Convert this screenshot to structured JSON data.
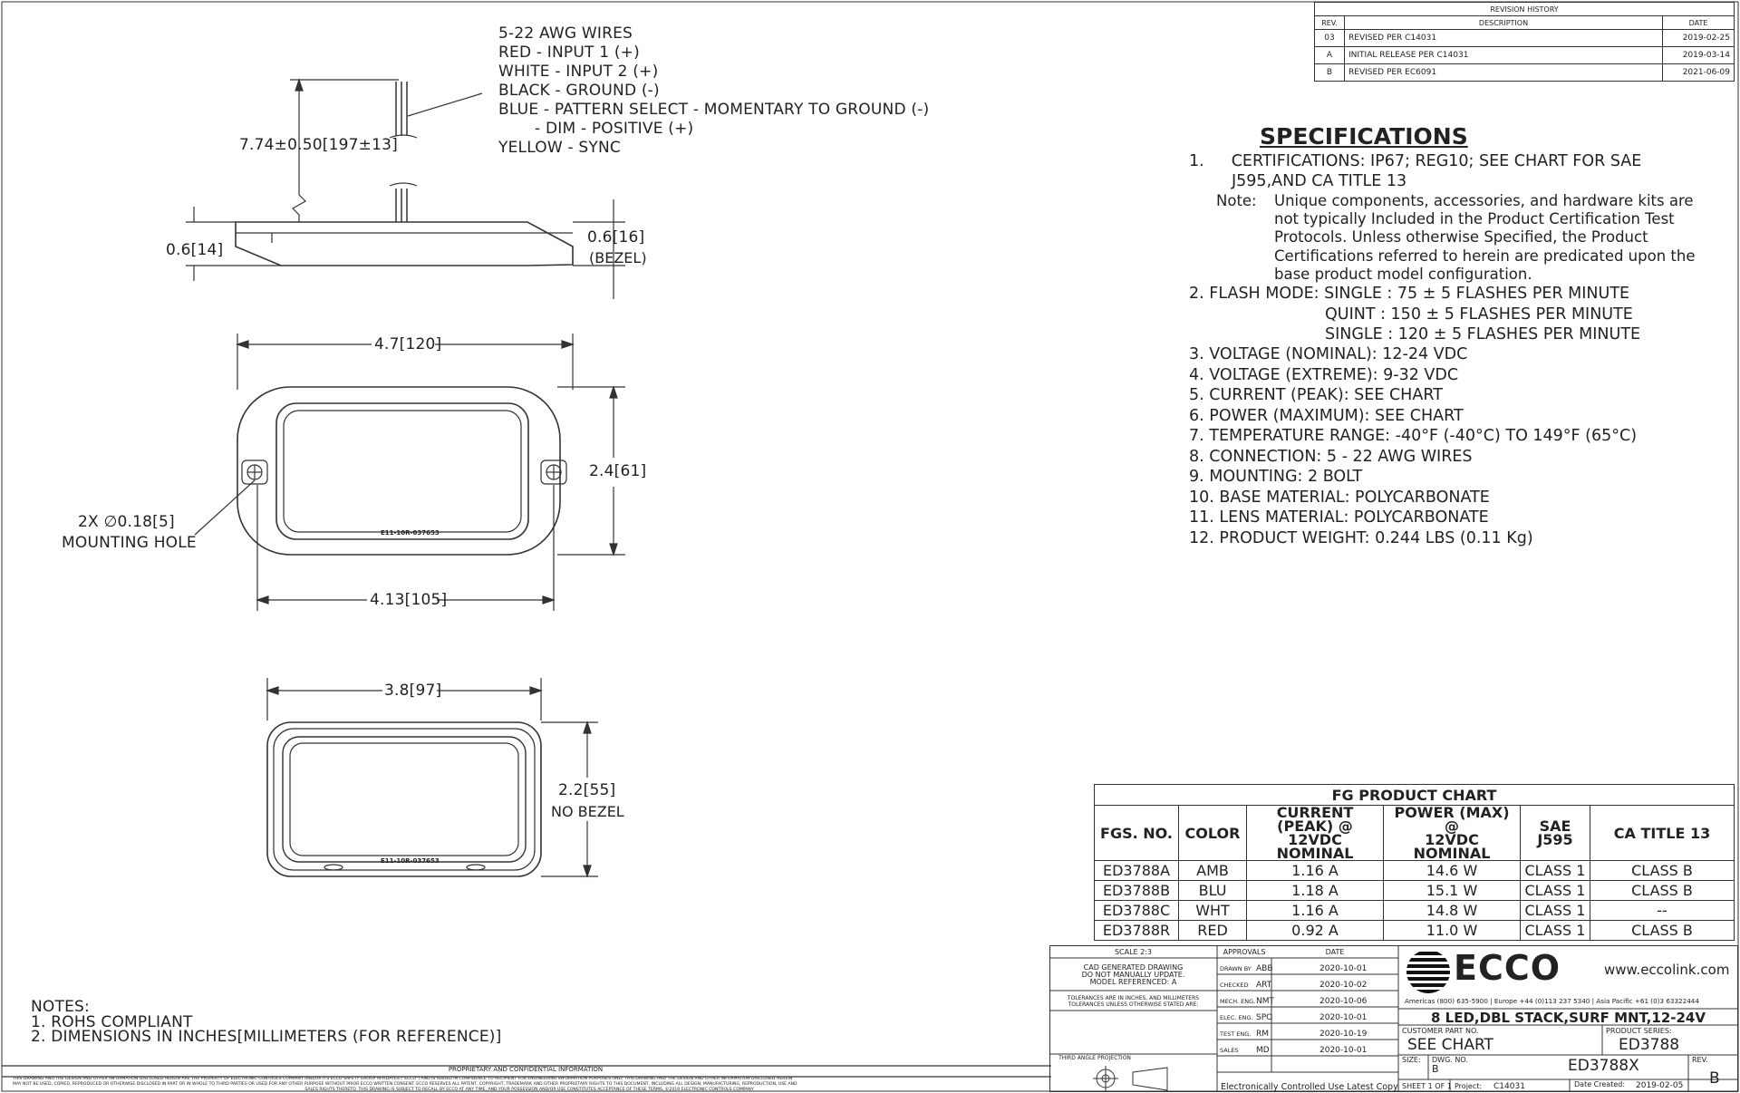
{
  "wires": {
    "lines": [
      "5-22 AWG WIRES",
      "RED - INPUT 1 (+)",
      "WHITE - INPUT 2 (+)",
      "BLACK - GROUND (-)",
      "BLUE - PATTERN SELECT - MOMENTARY TO GROUND (-)",
      "- DIM - POSITIVE (+)",
      "YELLOW - SYNC"
    ]
  },
  "dims": {
    "wire_length": "7.74±0.50[197±13]",
    "depth_left": "0.6[14]",
    "depth_right": "0.6[16]",
    "bezel": "(BEZEL)",
    "width_overall": "4.7[120]",
    "height_overall": "2.4[61]",
    "hole_spacing": "4.13[105]",
    "hole_label_1": "2X ∅0.18[5]",
    "hole_label_2": "MOUNTING HOLE",
    "width_nobezel": "3.8[97]",
    "height_nobezel": "2.2[55]",
    "nobezel": "NO BEZEL",
    "part_mark": "E11-10R-037653"
  },
  "revision": {
    "title": "REVISION HISTORY",
    "headers": [
      "REV.",
      "DESCRIPTION",
      "DATE"
    ],
    "rows": [
      [
        "03",
        "REVISED PER C14031",
        "2019-02-25"
      ],
      [
        "A",
        "INITIAL RELEASE PER C14031",
        "2019-03-14"
      ],
      [
        "B",
        "REVISED PER EC6091",
        "2021-06-09"
      ]
    ]
  },
  "specs": {
    "title": "SPECIFICATIONS",
    "item1_num": "1.",
    "item1_a": "CERTIFICATIONS: IP67; REG10; SEE CHART FOR SAE",
    "item1_b": "J595,AND CA TITLE 13",
    "note_label": "Note:",
    "note_lines": [
      "Unique components, accessories, and hardware kits are",
      "not typically Included in the Product Certification Test",
      "Protocols.  Unless otherwise Specified, the Product",
      "Certifications referred to herein are predicated upon the",
      "base product model configuration."
    ],
    "flash": [
      "2.  FLASH MODE: SINGLE : 75 ± 5 FLASHES PER MINUTE",
      "QUINT : 150 ± 5 FLASHES PER MINUTE",
      "SINGLE : 120 ± 5 FLASHES PER MINUTE"
    ],
    "items": [
      "3.  VOLTAGE (NOMINAL): 12-24 VDC",
      "4.  VOLTAGE (EXTREME): 9-32 VDC",
      "5.  CURRENT (PEAK): SEE CHART",
      "6.  POWER (MAXIMUM): SEE CHART",
      "7.  TEMPERATURE RANGE: -40°F (-40°C) TO 149°F (65°C)",
      "8.  CONNECTION: 5 - 22 AWG WIRES",
      "9.  MOUNTING: 2 BOLT",
      "10. BASE MATERIAL: POLYCARBONATE",
      "11. LENS MATERIAL: POLYCARBONATE",
      "12. PRODUCT WEIGHT: 0.244 LBS (0.11 Kg)"
    ]
  },
  "fg_chart": {
    "title": "FG PRODUCT CHART",
    "headers": [
      "FGS. NO.",
      "COLOR",
      "CURRENT (PEAK) @\n12VDC NOMINAL",
      "POWER (MAX) @\n12VDC NOMINAL",
      "SAE J595",
      "CA TITLE 13"
    ],
    "rows": [
      [
        "ED3788A",
        "AMB",
        "1.16 A",
        "14.6 W",
        "CLASS 1",
        "CLASS B"
      ],
      [
        "ED3788B",
        "BLU",
        "1.18 A",
        "15.1 W",
        "CLASS 1",
        "CLASS B"
      ],
      [
        "ED3788C",
        "WHT",
        "1.16 A",
        "14.8 W",
        "CLASS 1",
        "--"
      ],
      [
        "ED3788R",
        "RED",
        "0.92 A",
        "11.0 W",
        "CLASS 1",
        "CLASS B"
      ]
    ]
  },
  "notes": {
    "title": "NOTES:",
    "items": [
      "1.   ROHS COMPLIANT",
      "2.   DIMENSIONS IN INCHES[MILLIMETERS (FOR REFERENCE)]"
    ]
  },
  "title_block": {
    "scale": "SCALE 2:3",
    "approvals": "APPROVALS",
    "date_h": "DATE",
    "cad1": "CAD GENERATED DRAWING",
    "cad2": "DO NOT MANUALLY UPDATE.",
    "cad3": "MODEL REFERENCED: A",
    "tol1": "TOLERANCES ARE IN INCHES, AND MILLIMETERS",
    "tol2": "TOLERANCES UNLESS OTHERWISE STATED ARE:",
    "projection": "THIRD ANGLE PROJECTION",
    "approvers": [
      [
        "DRAWN BY",
        "ABB",
        "2020-10-01"
      ],
      [
        "CHECKED",
        "ART",
        "2020-10-02"
      ],
      [
        "MECH. ENG.",
        "NMT",
        "2020-10-06"
      ],
      [
        "ELEC. ENG.",
        "SPO",
        "2020-10-01"
      ],
      [
        "TEST ENG.",
        "RM",
        "2020-10-19"
      ],
      [
        "SALES",
        "MD",
        "2020-10-01"
      ]
    ],
    "logo": "ECCO",
    "url": "www.eccolink.com",
    "contacts": "Americas  (800) 635-5900   |   Europe  +44 (0)113 237 5340   |   Asia Pacific  +61 (0)3 63322444",
    "description": "8 LED,DBL STACK,SURF MNT,12-24V",
    "cust_part_label": "CUSTOMER PART NO.",
    "cust_part": "SEE CHART",
    "series_label": "PRODUCT SERIES:",
    "series": "ED3788",
    "size_label": "SIZE:",
    "size": "B",
    "dwg_label": "DWG. NO.",
    "dwg": "ED3788X",
    "rev_label": "REV.",
    "rev": "B",
    "controlled": "Electronically Controlled Use Latest Copy",
    "sheet": "SHEET 1 OF 1",
    "project_label": "Project:",
    "project": "C14031",
    "created_label": "Date Created:",
    "created": "2019-02-05",
    "proprietary_title": "PROPRIETARY AND CONFIDENTIAL INFORMATION",
    "proprietary_text": "THIS DRAWING AND THE DESIGN AND OTHER INFORMATION DISCLOSED HEREIN ARE THE PROPERTY OF ELECTRONIC CONTROLS COMPANY AND/OR ITS ECCO SAFETY GROUP AFFILIATES (\"ECCO\") AND IS ISSUED IN CONFIDENCE TO RECIPIENT FOR ENGINEERING INFORMATION PURPOSES ONLY. THIS DRAWING AND THE DESIGN AND OTHER INFORMATION DISCLOSED HEREIN",
    "proprietary_text2": "MAY NOT BE USED, COPIED, REPRODUCED OR OTHERWISE DISCLOSED IN PART OR IN WHOLE TO THIRD PARTIES OR USED FOR ANY OTHER PURPOSE WITHOUT PRIOR ECCO WRITTEN CONSENT.  ECCO RESERVES ALL PATENT, COPYRIGHT, TRADEMARK AND OTHER PROPRIETARY RIGHTS TO THIS DOCUMENT, INCLUDING ALL DESIGN, MANUFACTURING, REPRODUCTION, USE AND",
    "proprietary_text3": "SALES RIGHTS THERETO.  THIS DRAWING IS SUBJECT TO RECALL BY ECCO AT ANY TIME, AND YOUR POSSESSION AND/OR USE CONSTITUTES ACCEPTANCE OF THESE TERMS.  ©2019 ELECTRONIC CONTROLS COMPANY"
  }
}
